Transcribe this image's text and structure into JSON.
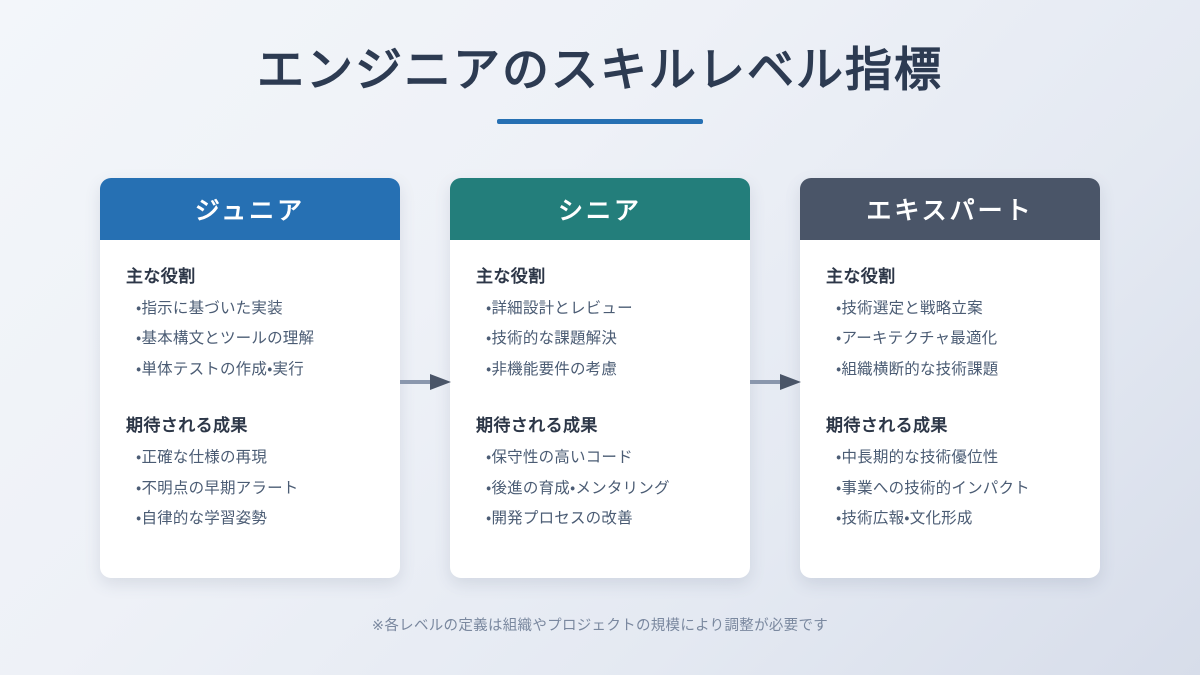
{
  "slide": {
    "title": "エンジニアのスキルレベル指標",
    "footer_note": "※各レベルの定義は組織やプロジェクトの規模により調整が必要です",
    "accent_color": "#2670b3",
    "background_gradient": [
      "#f3f6fa",
      "#d7ddea"
    ],
    "title_color": "#2d3b52",
    "footer_color": "#7a889f"
  },
  "connectors": [
    {
      "name": "arrow-junior-to-senior",
      "shaft_color": "#8a97ad",
      "head_color": "#4a5568"
    },
    {
      "name": "arrow-senior-to-expert",
      "shaft_color": "#8a97ad",
      "head_color": "#4a5568"
    }
  ],
  "cards": [
    {
      "level": "ジュニア",
      "header_color": "#2670b3",
      "sections": [
        {
          "heading": "主な役割",
          "items": [
            "・指示に基づいた実装",
            "・基本構文とツールの理解",
            "・単体テストの作成・実行"
          ]
        },
        {
          "heading": "期待される成果",
          "items": [
            "・正確な仕様の再現",
            "・不明点の早期アラート",
            "・自律的な学習姿勢"
          ]
        }
      ]
    },
    {
      "level": "シニア",
      "header_color": "#237e7b",
      "sections": [
        {
          "heading": "主な役割",
          "items": [
            "・詳細設計とレビュー",
            "・技術的な課題解決",
            "・非機能要件の考慮"
          ]
        },
        {
          "heading": "期待される成果",
          "items": [
            "・保守性の高いコード",
            "・後進の育成・メンタリング",
            "・開発プロセスの改善"
          ]
        }
      ]
    },
    {
      "level": "エキスパート",
      "header_color": "#4a5568",
      "sections": [
        {
          "heading": "主な役割",
          "items": [
            "・技術選定と戦略立案",
            "・アーキテクチャ最適化",
            "・組織横断的な技術課題"
          ]
        },
        {
          "heading": "期待される成果",
          "items": [
            "・中長期的な技術優位性",
            "・事業への技術的インパクト",
            "・技術広報・文化形成"
          ]
        }
      ]
    }
  ]
}
